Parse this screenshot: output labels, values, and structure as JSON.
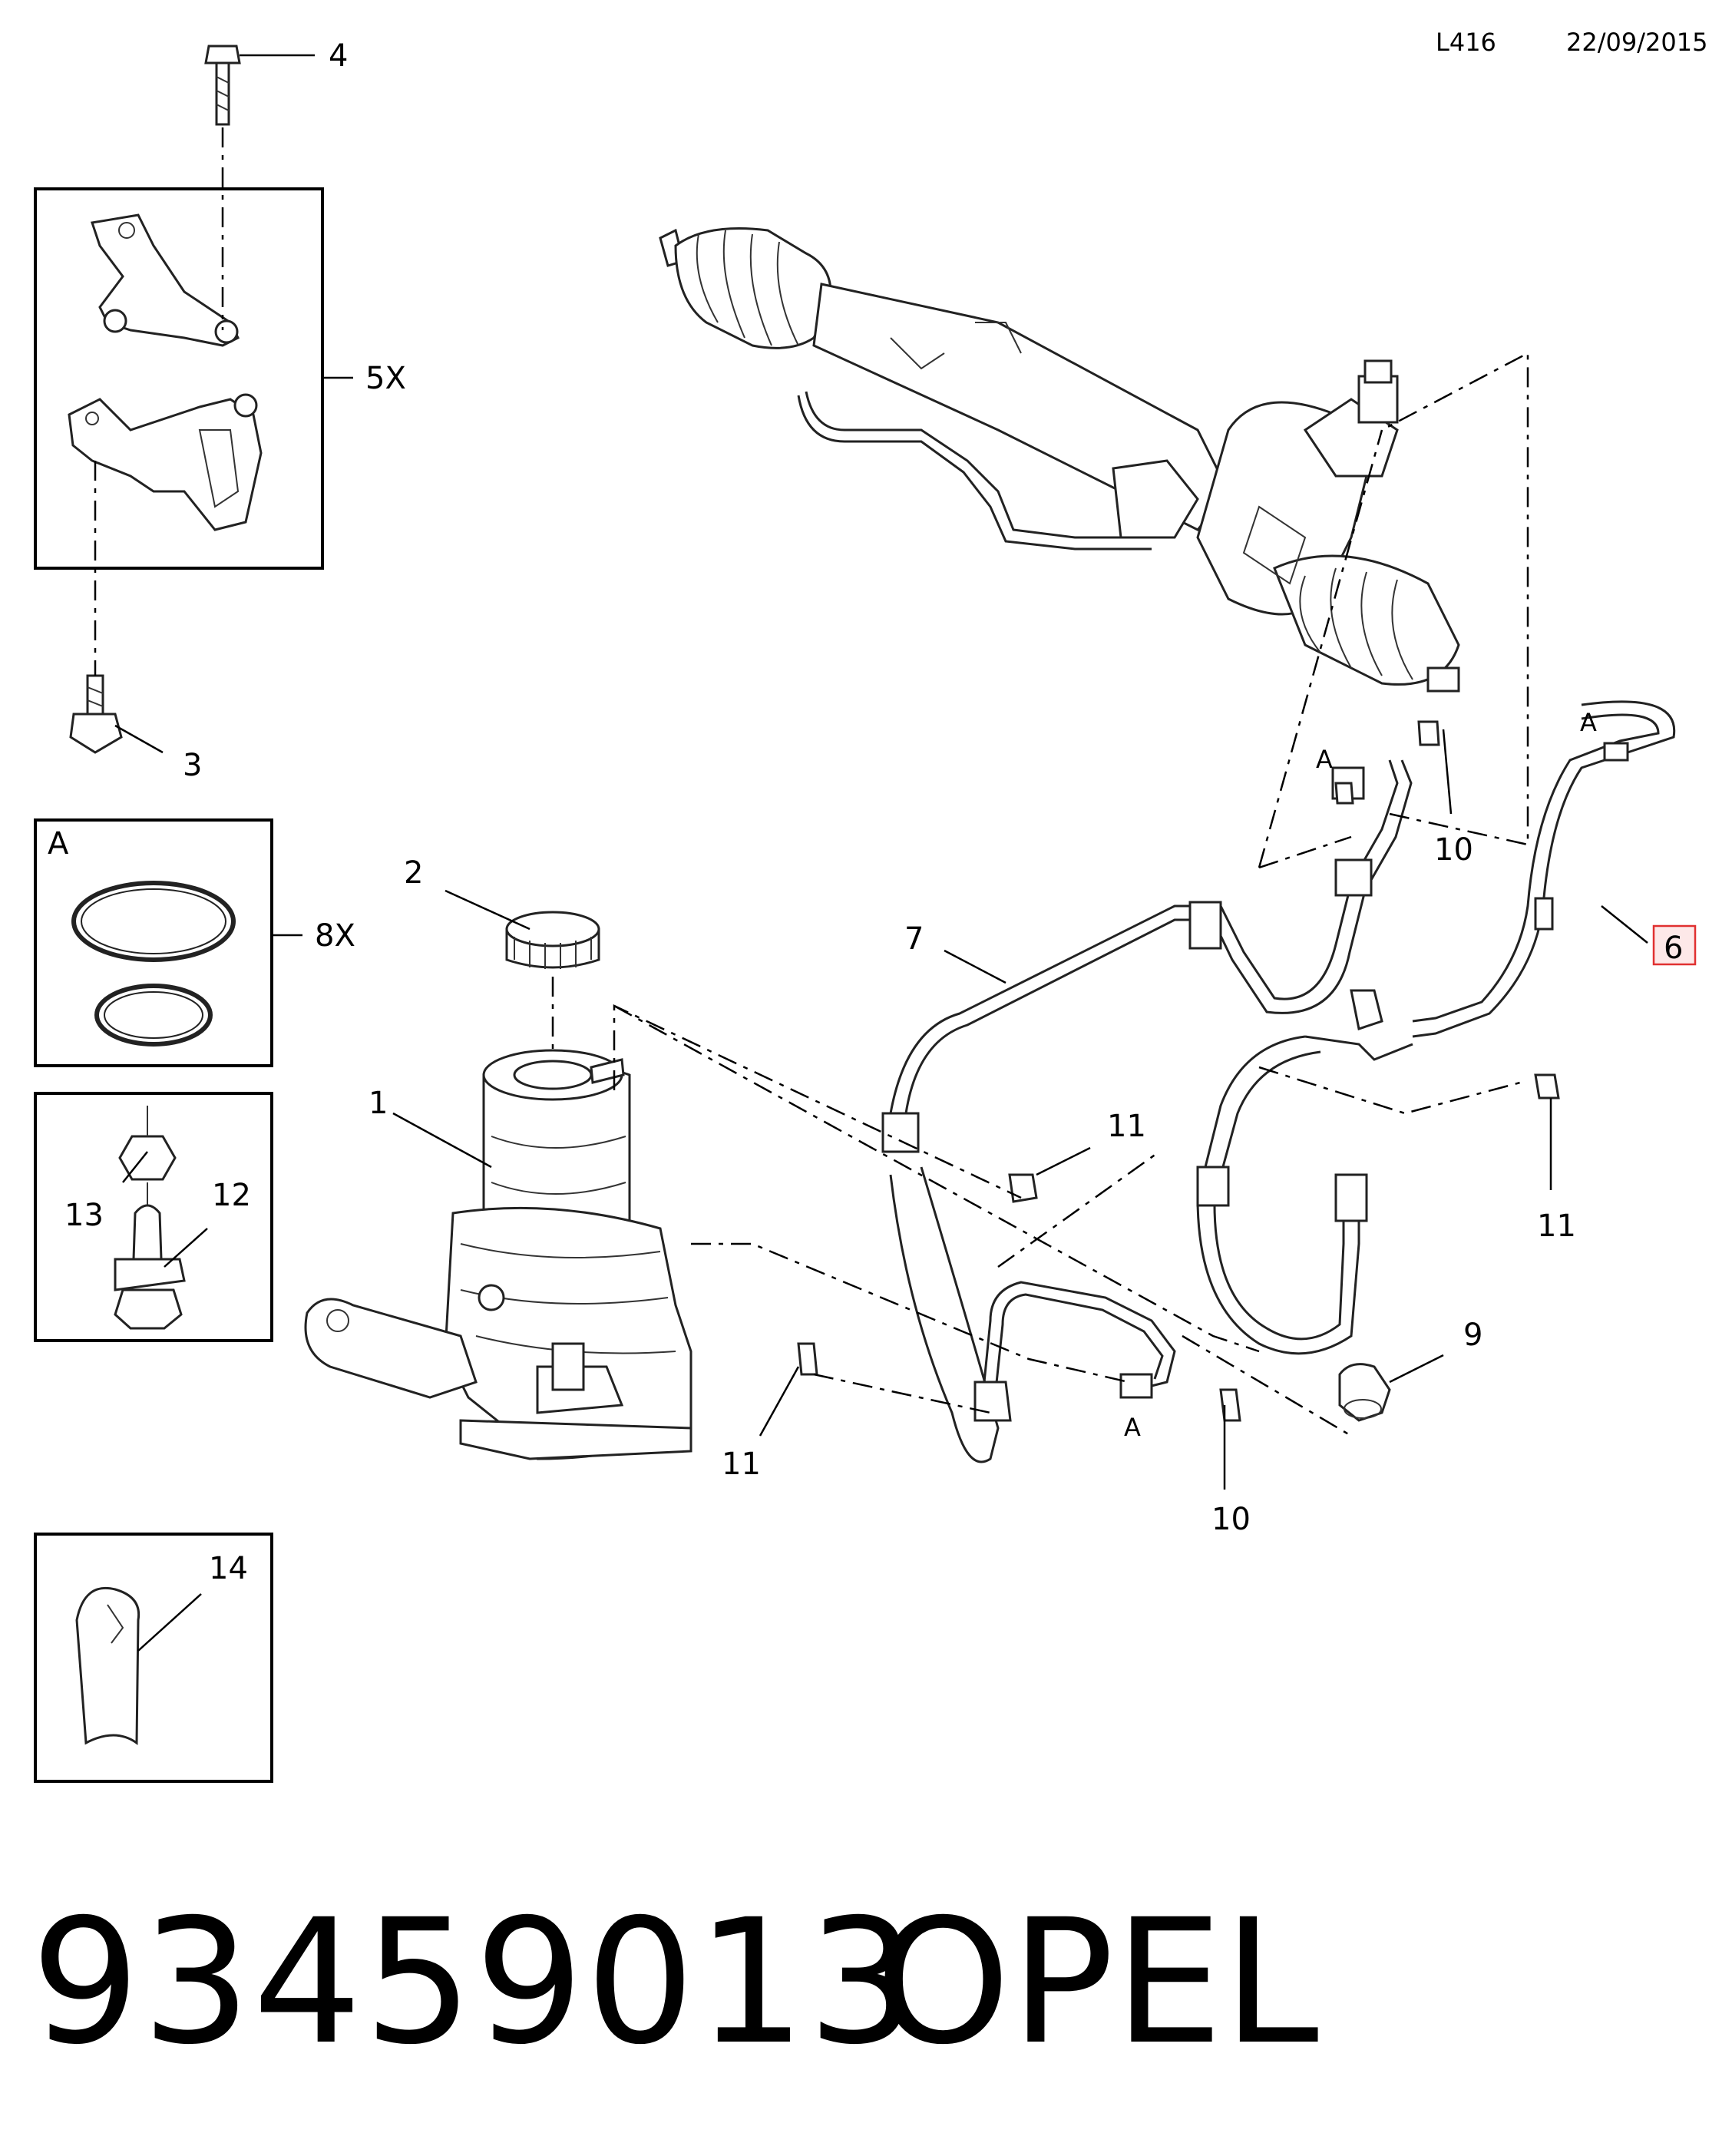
{
  "header": {
    "code": "L416",
    "date": "22/09/2015"
  },
  "footer": {
    "part_number": "93459013",
    "brand": "OPEL"
  },
  "callouts": {
    "c1": "1",
    "c2": "2",
    "c3": "3",
    "c4": "4",
    "c5": "5X",
    "c6": "6",
    "c7": "7",
    "c8": "8X",
    "c9": "9",
    "c10a": "10",
    "c10b": "10",
    "c11a": "11",
    "c11b": "11",
    "c11c": "11",
    "c12": "12",
    "c13": "13",
    "c14": "14"
  },
  "markers": {
    "box_a": "A",
    "a1": "A",
    "a2": "A",
    "a3": "A"
  },
  "highlight_color": "#e03030"
}
